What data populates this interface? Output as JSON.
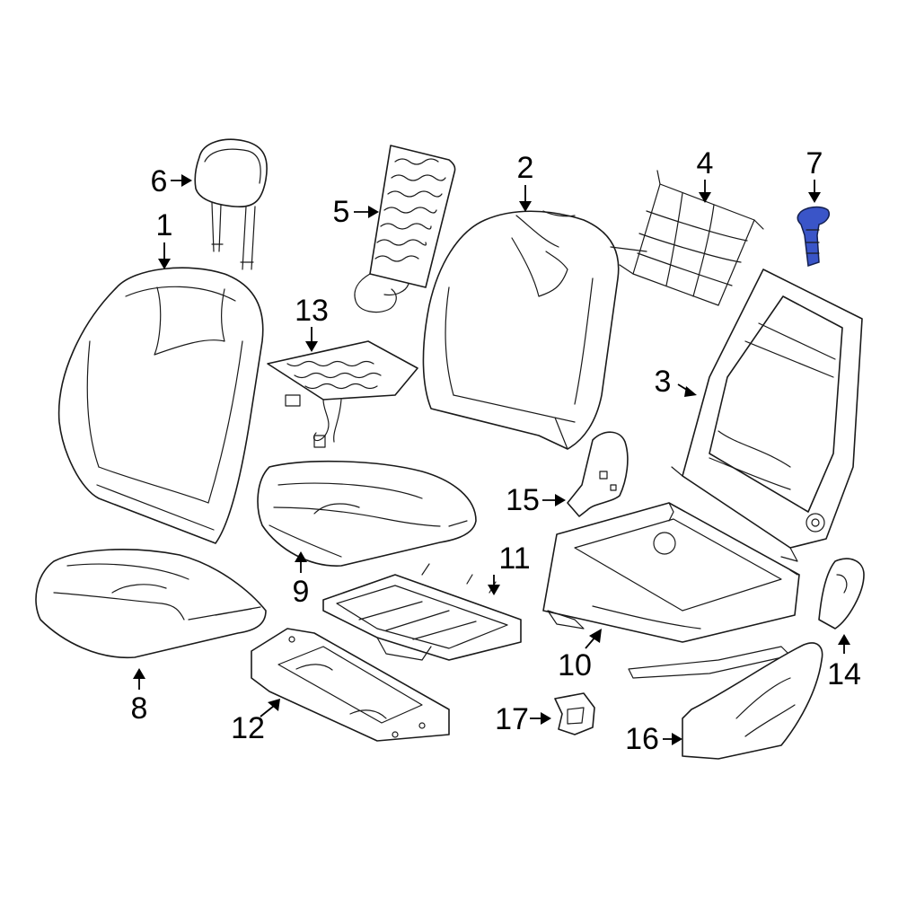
{
  "colors": {
    "line": "#1a1a1a",
    "background": "#ffffff",
    "highlight": "#3a55c8"
  },
  "highlighted_part": "7",
  "callouts": {
    "c1": "1",
    "c2": "2",
    "c3": "3",
    "c4": "4",
    "c5": "5",
    "c6": "6",
    "c7": "7",
    "c8": "8",
    "c9": "9",
    "c10": "10",
    "c11": "11",
    "c12": "12",
    "c13": "13",
    "c14": "14",
    "c15": "15",
    "c16": "16",
    "c17": "17"
  }
}
